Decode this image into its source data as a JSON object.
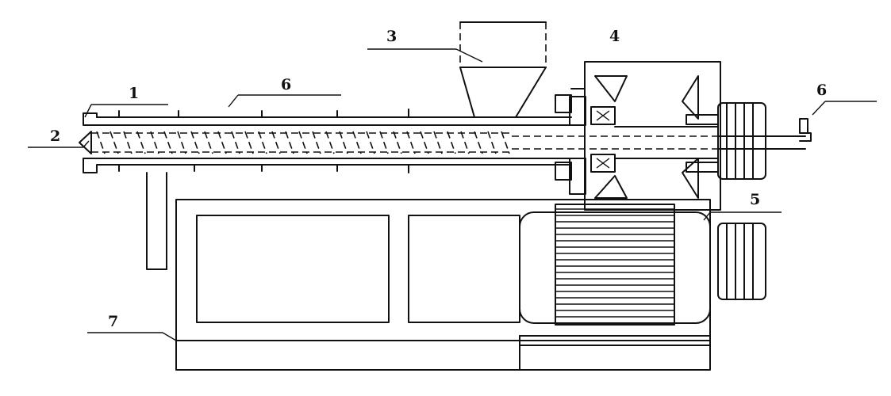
{
  "callouts": [
    {
      "id": "callout-1",
      "text": "1"
    },
    {
      "id": "callout-2",
      "text": "2"
    },
    {
      "id": "callout-3",
      "text": "3"
    },
    {
      "id": "callout-4",
      "text": "4"
    },
    {
      "id": "callout-5",
      "text": "5"
    },
    {
      "id": "callout-6a",
      "text": "6"
    },
    {
      "id": "callout-6b",
      "text": "6"
    },
    {
      "id": "callout-7",
      "text": "7"
    }
  ],
  "colors": {
    "line": "#111111",
    "background": "#ffffff"
  }
}
